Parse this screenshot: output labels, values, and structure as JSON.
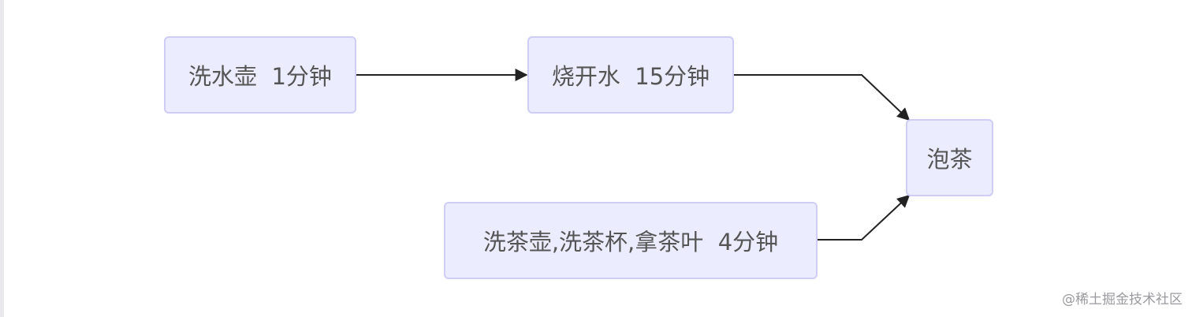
{
  "diagram": {
    "nodes": [
      {
        "id": "wash-kettle",
        "label": "洗水壶  1分钟"
      },
      {
        "id": "boil-water",
        "label": "烧开水  15分钟"
      },
      {
        "id": "brew-tea",
        "label": "泡茶"
      },
      {
        "id": "wash-teapot-cups",
        "label": "洗茶壶,洗茶杯,拿茶叶  4分钟"
      }
    ],
    "edges": [
      {
        "from": "wash-kettle",
        "to": "boil-water"
      },
      {
        "from": "boil-water",
        "to": "brew-tea"
      },
      {
        "from": "wash-teapot-cups",
        "to": "brew-tea"
      }
    ]
  },
  "watermark": "@稀土掘金技术社区",
  "colors": {
    "node_fill": "#ececff",
    "node_border": "#cfcdf5",
    "edge": "#222222",
    "text": "#555555"
  }
}
